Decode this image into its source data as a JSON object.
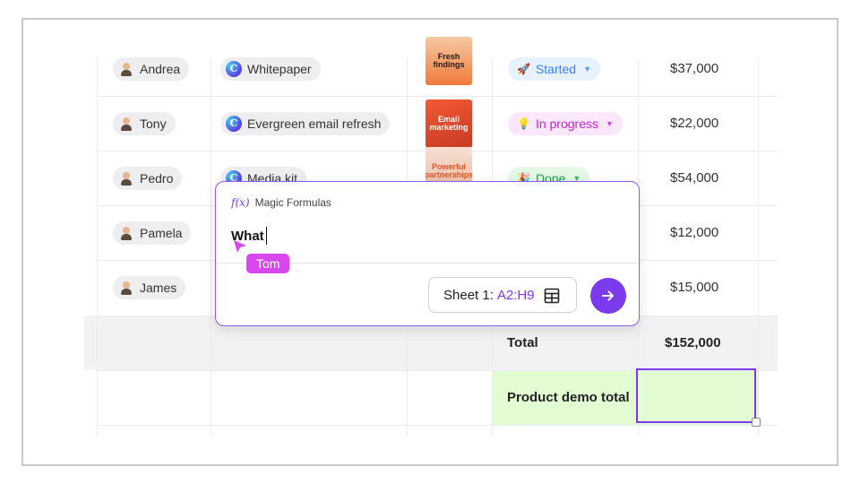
{
  "rows": [
    {
      "owner": "Andrea",
      "avatar_hair": "#6b4a2f",
      "doc": "Whitepaper",
      "thumb_text": "Fresh findings",
      "thumb_bg": "#f4d3a0",
      "status": "Started",
      "status_icon": "rocket-icon",
      "status_bg": "#e6f3ff",
      "status_color": "#3b82f6",
      "amount": "$37,000"
    },
    {
      "owner": "Tony",
      "avatar_hair": "#3a2a1e",
      "doc": "Evergreen email refresh",
      "thumb_text": "Email marketing",
      "thumb_bg": "#ef5b3a",
      "status": "In progress",
      "status_icon": "lightbulb-icon",
      "status_bg": "#fbe7fb",
      "status_color": "#c026d3",
      "amount": "$22,000"
    },
    {
      "owner": "Pedro",
      "avatar_hair": "#9a6b3a",
      "doc": "Media kit",
      "thumb_text": "Powerful partnerships",
      "thumb_bg": "#f6d6c8",
      "status": "Done",
      "status_icon": "party-icon",
      "status_bg": "#e3f9e5",
      "status_color": "#16a34a",
      "amount": "$54,000"
    },
    {
      "owner": "Pamela",
      "avatar_hair": "#8a3b20",
      "amount": "$12,000"
    },
    {
      "owner": "James",
      "avatar_hair": "#2e2218",
      "amount": "$15,000"
    }
  ],
  "total": {
    "label": "Total",
    "value": "$152,000"
  },
  "product_demo": {
    "label": "Product demo total"
  },
  "popup": {
    "title": "Magic Formulas",
    "fx_label": "f(x)",
    "typed_text": "What",
    "range_prefix": "Sheet 1:",
    "range_ref": "A2:H9",
    "submit_icon": "arrow-right-icon"
  },
  "cursor": {
    "user": "Tom",
    "color": "#d946ef"
  },
  "colors": {
    "accent": "#7c3aed",
    "highlight": "#e3fbd2"
  }
}
